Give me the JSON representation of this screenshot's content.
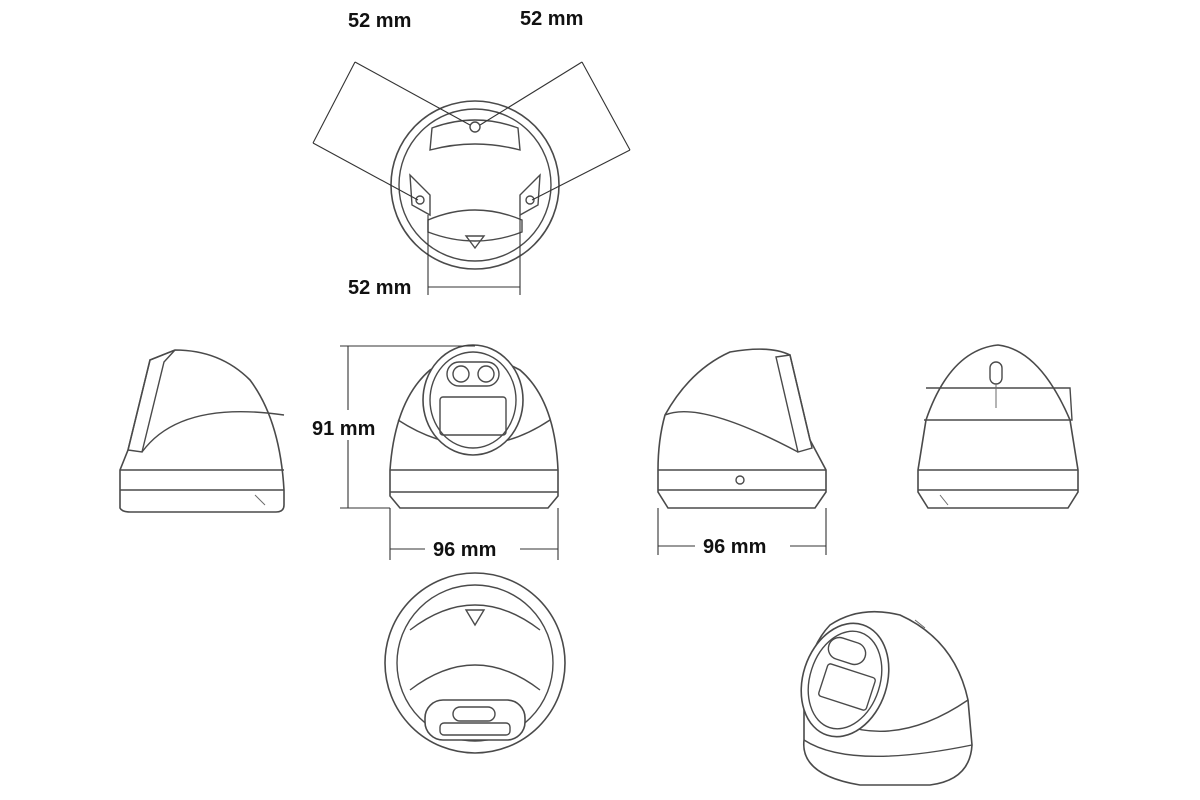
{
  "dimensions": {
    "top_left": "52 mm",
    "top_right": "52 mm",
    "bottom_center": "52 mm",
    "height": "91 mm",
    "front_width": "96 mm",
    "side_width": "96 mm"
  },
  "colors": {
    "line": "#4a4a4a",
    "text": "#111111",
    "background": "#ffffff"
  }
}
